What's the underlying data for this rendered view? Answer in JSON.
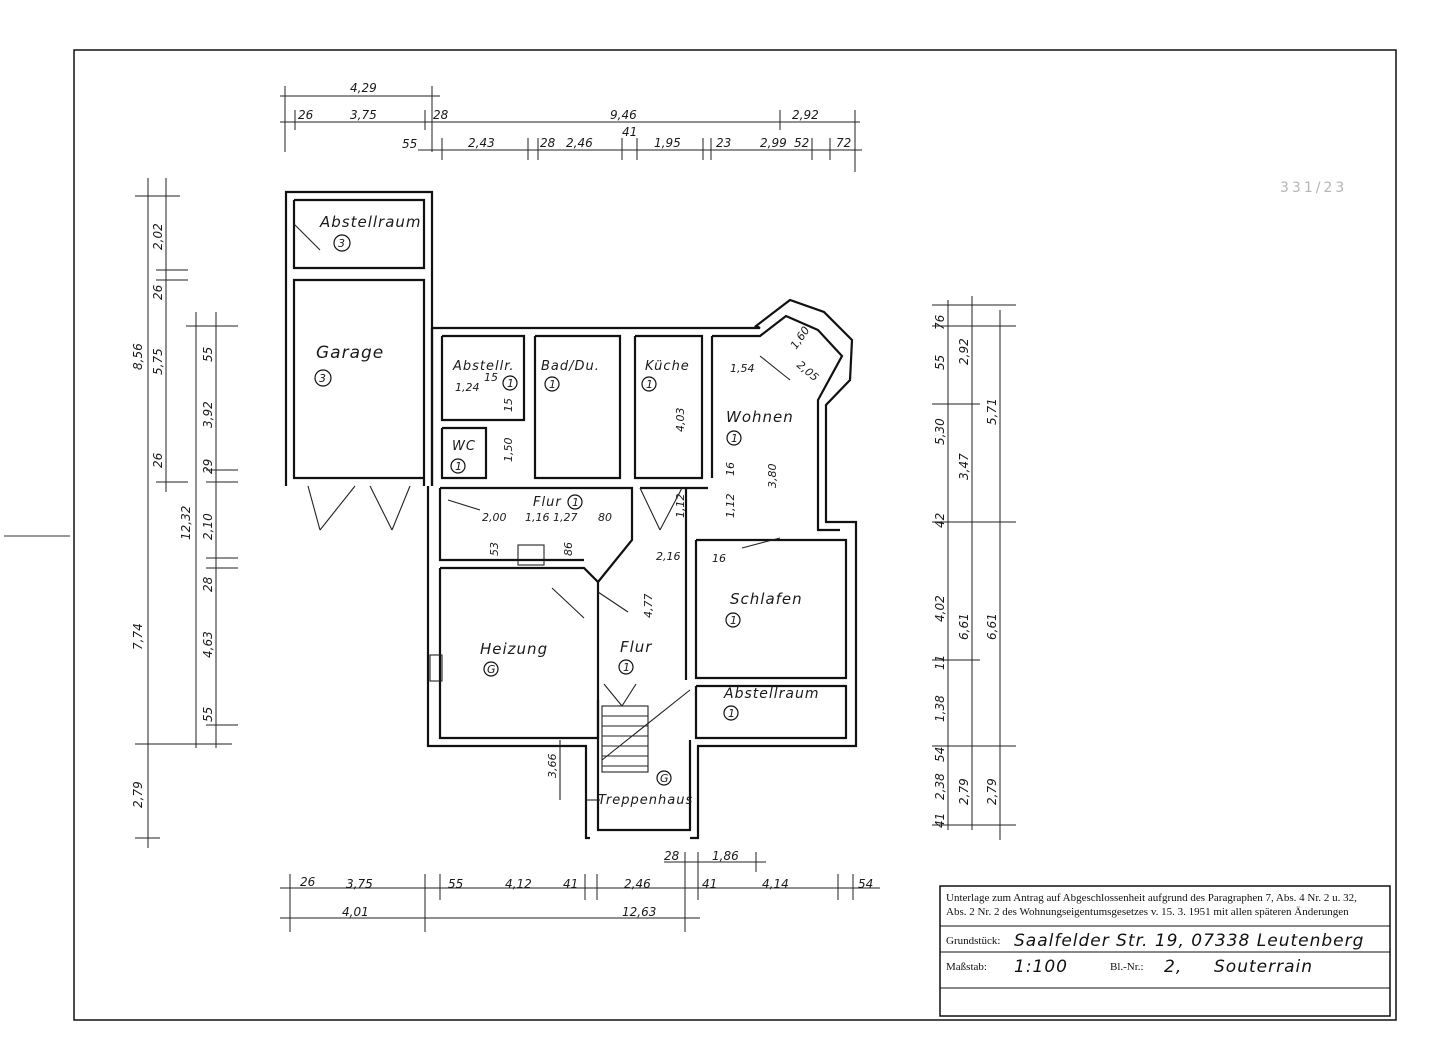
{
  "stamp": "331/23",
  "rooms": {
    "abstellraum_top": {
      "label": "Abstellraum",
      "num": "3"
    },
    "garage": {
      "label": "Garage",
      "num": "3"
    },
    "abstellr": {
      "label": "Abstellr.",
      "num": "1"
    },
    "wc": {
      "label": "WC",
      "num": "1"
    },
    "bad": {
      "label": "Bad/Du.",
      "num": "1"
    },
    "kueche": {
      "label": "Küche",
      "num": "1"
    },
    "wohnen": {
      "label": "Wohnen",
      "num": "1"
    },
    "flur_upper": {
      "label": "Flur",
      "num": "1"
    },
    "schlafen": {
      "label": "Schlafen",
      "num": "1"
    },
    "heizung": {
      "label": "Heizung",
      "num": "G"
    },
    "flur_lower": {
      "label": "Flur",
      "num": "1"
    },
    "abstellraum_right": {
      "label": "Abstellraum",
      "num": "1"
    },
    "treppenhaus": {
      "label": "Treppenhaus",
      "num": "G"
    }
  },
  "dims": {
    "top_overall": "4,29",
    "top_row1": [
      "26",
      "3,75",
      "28",
      "9,46",
      "2,92"
    ],
    "top_row2": [
      "55",
      "2,43",
      "28",
      "2,46",
      "41",
      "1,95",
      "23",
      "2,99",
      "52",
      "72"
    ],
    "bottom_row1": [
      "26",
      "3,75",
      "55",
      "4,12",
      "41",
      "2,46",
      "41",
      "4,14",
      "54"
    ],
    "bottom_row2": [
      "4,01",
      "12,63"
    ],
    "bottom_small": [
      "28",
      "1,86"
    ],
    "left_outer": [
      "8,56",
      "7,74",
      "2,79"
    ],
    "left_inner1": [
      "2,02",
      "26",
      "5,75",
      "26",
      "12,32"
    ],
    "left_inner2": [
      "55",
      "3,92",
      "29",
      "2,10",
      "28",
      "4,63",
      "55"
    ],
    "right_inner": [
      "76",
      "55",
      "5,30",
      "42",
      "4,02",
      "11",
      "1,38",
      "54",
      "2,38",
      "41"
    ],
    "right_mid": [
      "2,92",
      "3,47",
      "6,61",
      "2,79"
    ],
    "right_outer": [
      "5,71",
      "6,61",
      "2,79"
    ],
    "interior": [
      "1,24",
      "15",
      "15",
      "1,50",
      "4,03",
      "1,54",
      "1,60",
      "2,05",
      "3,80",
      "16",
      "1,12",
      "1,12",
      "2,00",
      "1,16",
      "1,27",
      "80",
      "53",
      "86",
      "2,16",
      "4,77",
      "16",
      "3,66"
    ]
  },
  "title_block": {
    "heading": "Unterlage zum Antrag auf Abgeschlossenheit aufgrund des Paragraphen 7, Abs. 4 Nr. 2 u. 32, Abs. 2 Nr. 2 des Wohnungseigentumsgesetzes v. 15. 3. 1951 mit allen späteren Änderungen",
    "grundstueck_label": "Grundstück:",
    "grundstueck_value": "Saalfelder Str. 19, 07338 Leutenberg",
    "massstab_label": "Maßstab:",
    "massstab_value": "1:100",
    "blatt_label": "Bl.-Nr.:",
    "blatt_value": "2,",
    "geschoss_value": "Souterrain"
  }
}
